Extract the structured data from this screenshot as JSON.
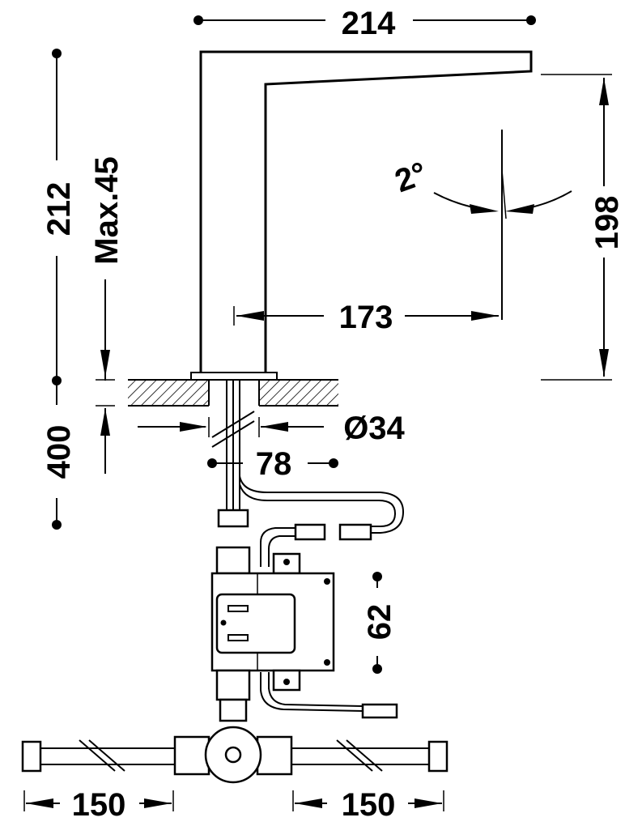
{
  "dimensions": {
    "width_top": "214",
    "height_total": "212",
    "max_deck": "Max.45",
    "spout_height": "198",
    "angle": "2°",
    "spout_reach": "173",
    "hole_diameter": "Ø34",
    "under_length": "400",
    "inlet_offset": "78",
    "box_height": "62",
    "hose_left": "150",
    "hose_right": "150"
  },
  "colors": {
    "line": "#000000",
    "background": "#ffffff"
  }
}
